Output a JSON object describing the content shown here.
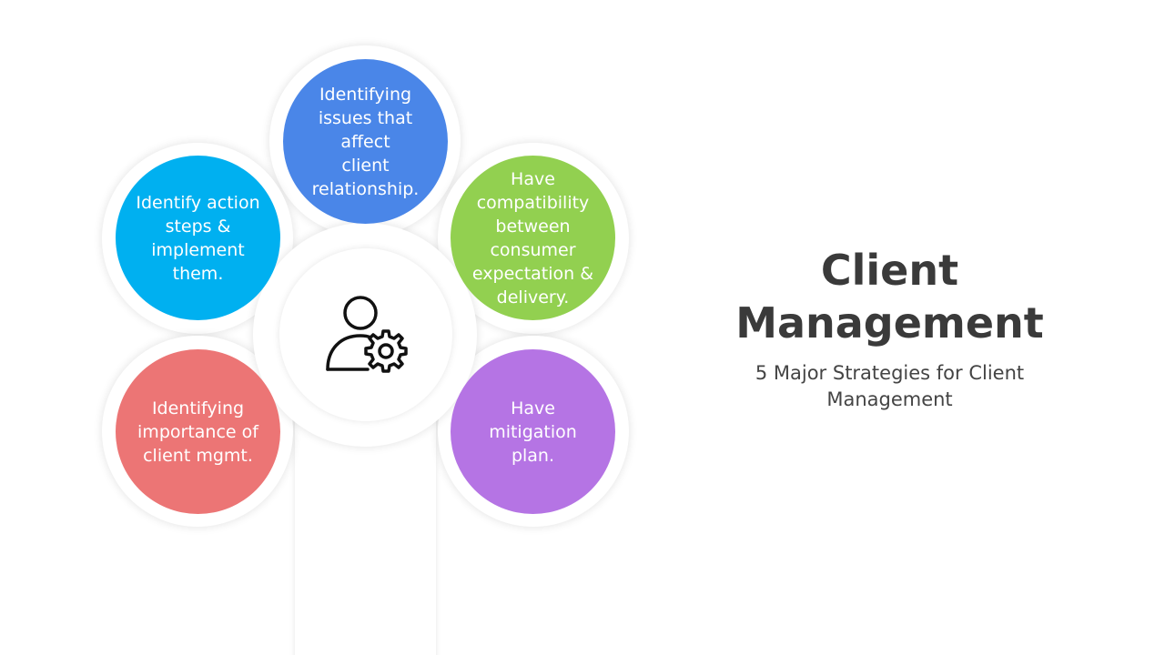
{
  "title": "Client\nManagement",
  "subtitle": "5 Major Strategies for Client\nManagement",
  "center": {
    "icon": "user-gear-icon"
  },
  "strategies": [
    {
      "text": "Identifying\nissues that affect\nclient\nrelationship.",
      "color": "#4A86E8"
    },
    {
      "text": "Have\ncompatibility\nbetween\nconsumer\nexpectation &\ndelivery.",
      "color": "#92D050"
    },
    {
      "text": "Have\nmitigation\nplan.",
      "color": "#B574E4"
    },
    {
      "text": "Identifying\nimportance of\nclient mgmt.",
      "color": "#EC7575"
    },
    {
      "text": "Identify action\nsteps &\nimplement them.",
      "color": "#00B0F0"
    }
  ]
}
